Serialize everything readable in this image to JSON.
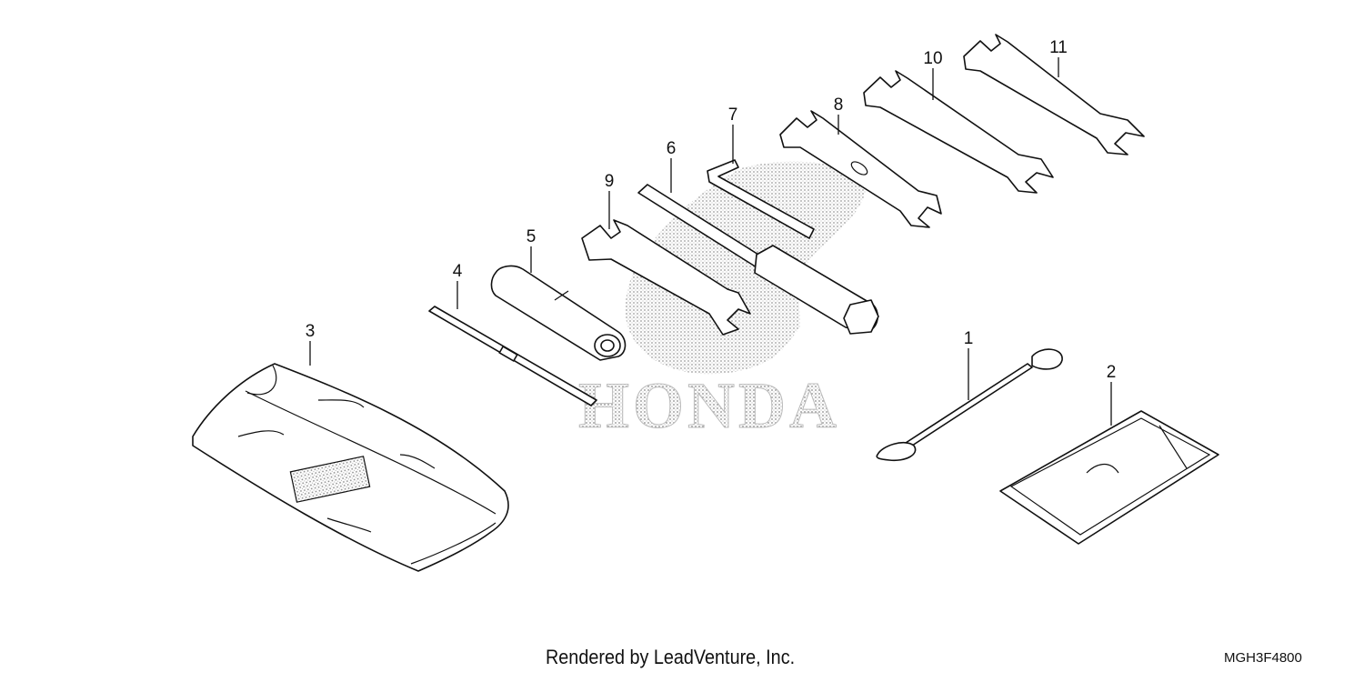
{
  "watermark": {
    "text": "HONDA",
    "icon": "honda-wing-logo"
  },
  "callouts": {
    "c1": "1",
    "c2": "2",
    "c3": "3",
    "c4": "4",
    "c5": "5",
    "c6": "6",
    "c7": "7",
    "c8": "8",
    "c9": "9",
    "c10": "10",
    "c11": "11"
  },
  "footer": {
    "credit": "Rendered by LeadVenture, Inc.",
    "code": "MGH3F4800"
  }
}
